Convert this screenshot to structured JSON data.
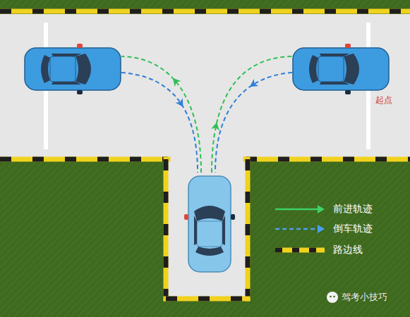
{
  "diagram": {
    "labels": [
      "起点",
      "驾考小技巧"
    ],
    "legend": [
      {
        "text": "前进轨迹"
      },
      {
        "text": "倒车轨迹"
      },
      {
        "text": "路边线"
      }
    ]
  }
}
